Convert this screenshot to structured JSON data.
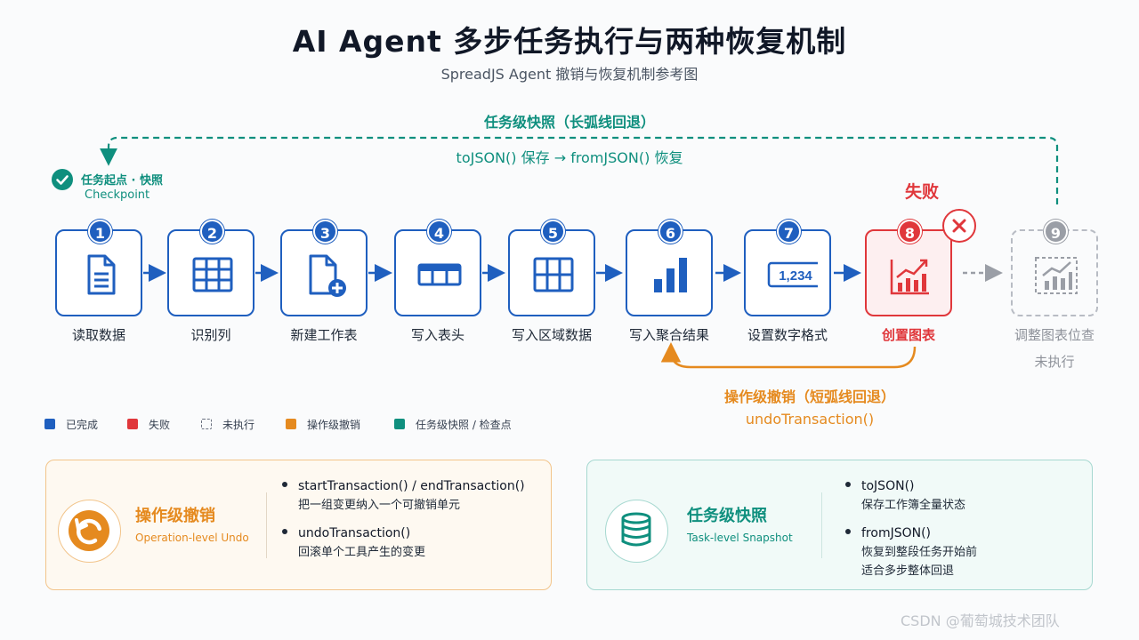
{
  "header": {
    "title": "AI Agent 多步任务执行与两种恢复机制",
    "subtitle": "SpreadJS Agent 撤销与恢复机制参考图"
  },
  "snapshot_arc": {
    "title": "任务级快照（长弧线回退）",
    "methods": "toJSON() 保存 → fromJSON() 恢复"
  },
  "checkpoint": {
    "label": "任务起点 · 快照",
    "sublabel": "Checkpoint"
  },
  "fail_tag": "失败",
  "steps": [
    {
      "num": "1",
      "label": "读取数据",
      "icon": "document-icon",
      "status": "done"
    },
    {
      "num": "2",
      "label": "识别列",
      "icon": "grid-icon",
      "status": "done"
    },
    {
      "num": "3",
      "label": "新建工作表",
      "icon": "new-sheet-icon",
      "status": "done"
    },
    {
      "num": "4",
      "label": "写入表头",
      "icon": "table-header-icon",
      "status": "done"
    },
    {
      "num": "5",
      "label": "写入区域数据",
      "icon": "grid-icon",
      "status": "done"
    },
    {
      "num": "6",
      "label": "写入聚合结果",
      "icon": "bar-chart-icon",
      "status": "done"
    },
    {
      "num": "7",
      "label": "设置数字格式",
      "icon": "number-format-icon",
      "number_sample": "1,234",
      "status": "done"
    },
    {
      "num": "8",
      "label": "创置图表",
      "icon": "line-chart-icon",
      "status": "failed"
    },
    {
      "num": "9",
      "label": "调整图表位查",
      "icon": "line-chart-icon",
      "status": "pending",
      "status_text": "未执行"
    }
  ],
  "undo_arc": {
    "title": "操作级撤销（短弧线回退）",
    "method": "undoTransaction()"
  },
  "legend": [
    {
      "label": "已完成",
      "color": "#1f5fbf",
      "style": "solid"
    },
    {
      "label": "失败",
      "color": "#e0373b",
      "style": "solid"
    },
    {
      "label": "未执行",
      "color": "#6b7280",
      "style": "dashed"
    },
    {
      "label": "操作级撤销",
      "color": "#e58a1f",
      "style": "solid"
    },
    {
      "label": "任务级快照 / 检查点",
      "color": "#0f8f7e",
      "style": "solid"
    }
  ],
  "cards": {
    "undo": {
      "title": "操作级撤销",
      "subtitle": "Operation-level Undo",
      "icon": "undo-icon",
      "bullets": [
        {
          "title": "startTransaction() / endTransaction()",
          "desc": "把一组变更纳入一个可撤销单元"
        },
        {
          "title": "undoTransaction()",
          "desc": "回滚单个工具产生的变更"
        }
      ]
    },
    "snapshot": {
      "title": "任务级快照",
      "subtitle": "Task-level Snapshot",
      "icon": "database-icon",
      "bullets": [
        {
          "title": "toJSON()",
          "desc": "保存工作簿全量状态",
          "desc2": ""
        },
        {
          "title": "fromJSON()",
          "desc": "恢复到整段任务开始前",
          "desc2": "适合多步整体回退"
        }
      ]
    }
  },
  "watermark": "CSDN @葡萄城技术团队",
  "colors": {
    "done": "#1f5fbf",
    "failed": "#e0373b",
    "pending": "#9a9ea6",
    "undo": "#e58a1f",
    "snapshot": "#0f8f7e"
  }
}
